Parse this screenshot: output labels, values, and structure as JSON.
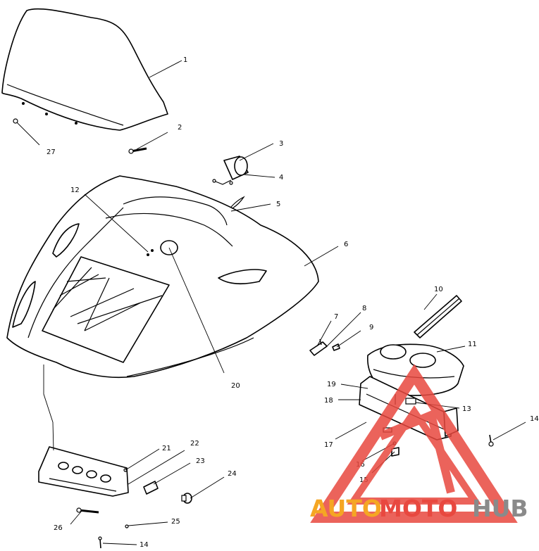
{
  "callouts": {
    "c1": "1",
    "c2": "2",
    "c3": "3",
    "c4": "4",
    "c5": "5",
    "c6": "6",
    "c7": "7",
    "c8": "8",
    "c9": "9",
    "c10": "10",
    "c11": "11",
    "c12": "12",
    "c13": "13",
    "c14a": "14",
    "c14b": "14",
    "c15": "15",
    "c16": "16",
    "c17": "17",
    "c18": "18",
    "c19": "19",
    "c20": "20",
    "c21": "21",
    "c22": "22",
    "c23": "23",
    "c24": "24",
    "c25": "25",
    "c26": "26",
    "c27": "27"
  },
  "watermark": {
    "auto": "AUTO",
    "moto": "MOTO",
    "hub": "HUB",
    "colors": {
      "auto": "#f5a623",
      "moto": "#e8483f",
      "hub": "#8a8a8a",
      "triangle": "#e8483f"
    }
  }
}
